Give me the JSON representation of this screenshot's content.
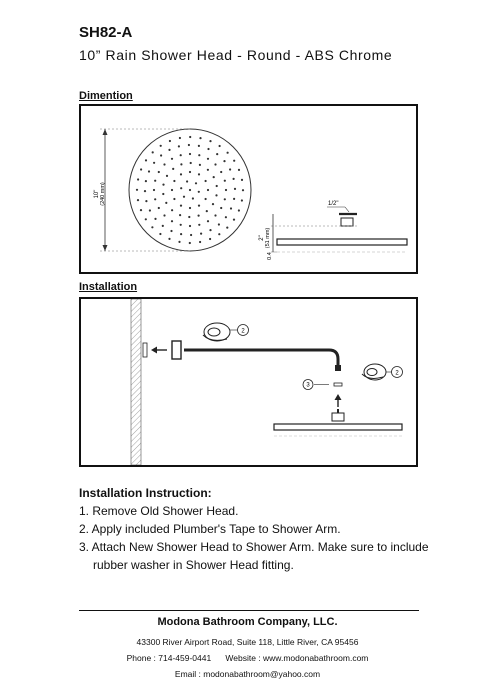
{
  "header": {
    "model": "SH82-A",
    "subtitle": "10” Rain Shower Head - Round - ABS Chrome"
  },
  "sections": {
    "dimension": "Dimention",
    "installation": "Installation"
  },
  "dimension_labels": {
    "diameter_in": "10\"",
    "diameter_mm": "(240 mm)",
    "height_in": "2\"",
    "height_mm": "(51 mm)",
    "thickness": "0.4",
    "thread": "1/2\""
  },
  "installation_labels": {
    "callout_2a": "2",
    "callout_2b": "2",
    "callout_3": "3"
  },
  "instructions": {
    "title": "Installation  Instruction:",
    "steps": [
      "1. Remove Old Shower Head.",
      "2. Apply included Plumber's Tape to Shower Arm.",
      "3. Attach New Shower Head to Shower Arm. Make sure to include"
    ],
    "step3_continued": "rubber washer in Shower Head fitting."
  },
  "footer": {
    "company": "Modona Bathroom Company, LLC.",
    "address": "43300  River  Airport  Road,  Suite  118, Little  River,  CA 95456",
    "phone": "Phone : 714-459-0441",
    "website": "Website : www.modonabathroom.com",
    "email": "Email  :  modonabathroom@yahoo.com"
  }
}
